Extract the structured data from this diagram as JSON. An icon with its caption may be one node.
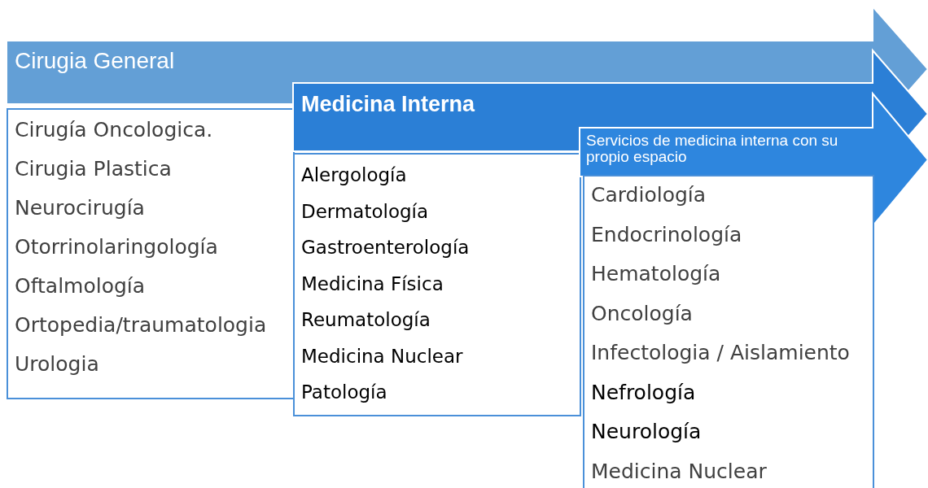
{
  "diagram": {
    "nodes": [
      {
        "text": [
          "Cirugia General"
        ]
      },
      {
        "text": [
          "Cirugía Oncologica.",
          "Cirugia Plastica",
          "Neurocirugía",
          "Otorrinolaringología",
          "Oftalmología",
          "Ortopedia/traumatologia",
          "Urologia"
        ]
      },
      {
        "text": [
          "Medicina Interna"
        ]
      },
      {
        "text": [
          "Alergología",
          "Dermatología",
          "Gastroenterología",
          "Medicina Física",
          "Reumatología",
          "Medicina Nuclear",
          "Patología"
        ]
      },
      {
        "text": [
          "Servicios de medicina interna con su propio espacio"
        ]
      },
      {
        "text": [
          "Cardiología",
          "Endocrinología",
          "Hematología",
          "Oncología",
          "Infectologia / Aislamiento",
          "Nefrología",
          "Neurología",
          "Medicina Nuclear"
        ]
      }
    ]
  }
}
